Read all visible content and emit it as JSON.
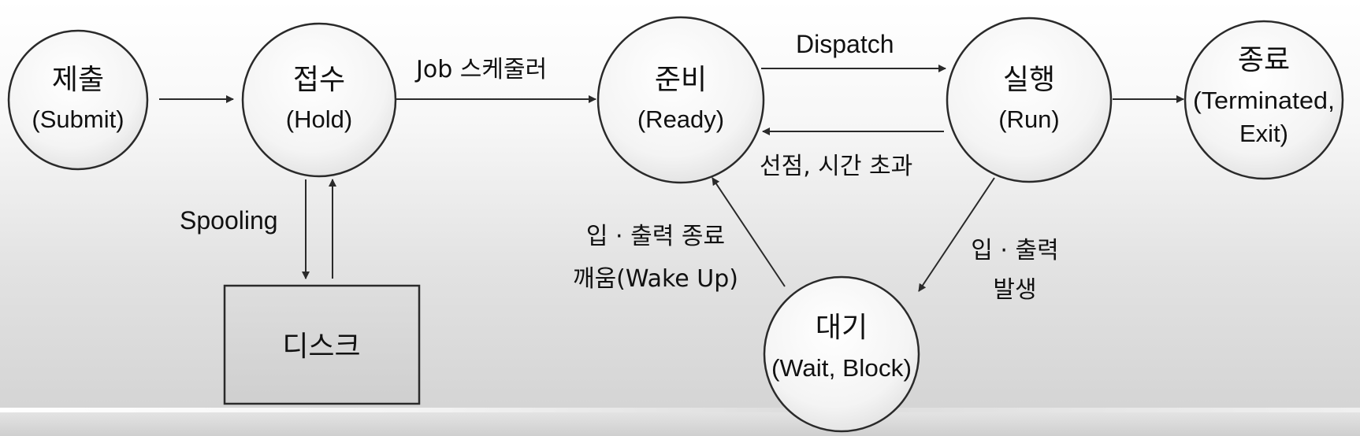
{
  "nodes": {
    "submit": {
      "main": "제출",
      "sub": "(Submit)"
    },
    "hold": {
      "main": "접수",
      "sub": "(Hold)"
    },
    "ready": {
      "main": "준비",
      "sub": "(Ready)"
    },
    "run": {
      "main": "실행",
      "sub": "(Run)"
    },
    "terminated": {
      "main": "종료",
      "sub1": "(Terminated,",
      "sub2": "Exit)"
    },
    "wait": {
      "main": "대기",
      "sub": "(Wait, Block)"
    },
    "disk": {
      "main": "디스크"
    }
  },
  "edges": {
    "job_scheduler": "Job 스케줄러",
    "dispatch": "Dispatch",
    "preempt_timeout": "선점, 시간 초과",
    "spooling": "Spooling",
    "io_complete_line1": "입 · 출력 종료",
    "io_complete_line2": "깨움(Wake Up)",
    "io_occur_line1": "입 · 출력",
    "io_occur_line2": "발생"
  },
  "colors": {
    "stroke": "#2a2a2a",
    "node_fill_top": "#ffffff",
    "node_fill_bottom": "#e4e4e4",
    "disk_fill": "#d7d7d7"
  }
}
